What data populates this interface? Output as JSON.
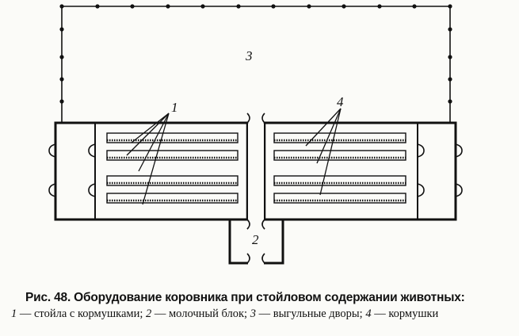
{
  "diagram": {
    "labels": {
      "stalls": "1",
      "milk_block": "2",
      "yards": "3",
      "feeders": "4"
    }
  },
  "caption": {
    "title": "Рис. 48. Оборудование коровника при стойловом содержании животных:",
    "legend": [
      {
        "num": "1",
        "text": " — стойла с кормушками; "
      },
      {
        "num": "2",
        "text": " — молочный блок; "
      },
      {
        "num": "3",
        "text": " — выгульные дворы; "
      },
      {
        "num": "4",
        "text": " — кормушки"
      }
    ]
  }
}
